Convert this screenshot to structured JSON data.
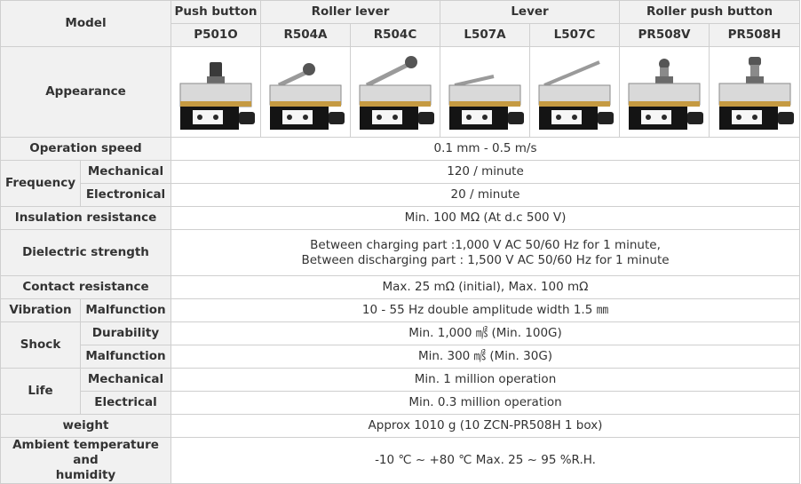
{
  "header": {
    "model_label": "Model",
    "groups": {
      "push_button": "Push button",
      "roller_lever": "Roller lever",
      "lever": "Lever",
      "roller_push_button": "Roller push button"
    },
    "models": [
      "P501O",
      "R504A",
      "R504C",
      "L507A",
      "L507C",
      "PR508V",
      "PR508H"
    ]
  },
  "appearance_label": "Appearance",
  "appearance_icons": [
    "plunger-switch-icon",
    "short-roller-lever-switch-icon",
    "long-roller-lever-switch-icon",
    "short-lever-switch-icon",
    "long-lever-switch-icon",
    "roller-plunger-switch-icon",
    "cross-roller-plunger-switch-icon"
  ],
  "rows": {
    "operation_speed": {
      "label": "Operation speed",
      "value": "0.1 mm - 0.5 m/s"
    },
    "frequency": {
      "label": "Frequency",
      "mechanical_label": "Mechanical",
      "mechanical_value": "120 / minute",
      "electronical_label": "Electronical",
      "electronical_value": "20 / minute"
    },
    "insulation": {
      "label": "Insulation resistance",
      "value": "Min. 100 MΩ (At d.c 500 V)"
    },
    "dielectric": {
      "label": "Dielectric strength",
      "line1": "Between charging part :1,000 V AC 50/60 Hz for 1 minute,",
      "line2": "Between discharging part : 1,500 V AC 50/60 Hz for 1 minute"
    },
    "contact": {
      "label": "Contact resistance",
      "value": "Max. 25 mΩ (initial), Max. 100 mΩ"
    },
    "vibration": {
      "label": "Vibration",
      "sub_label": "Malfunction",
      "value": "10 - 55 Hz double amplitude width 1.5 ㎜"
    },
    "shock": {
      "label": "Shock",
      "durability_label": "Durability",
      "durability_value": "Min. 1,000 ㎨ (Min. 100G)",
      "malfunction_label": "Malfunction",
      "malfunction_value": "Min. 300 ㎨ (Min. 30G)"
    },
    "life": {
      "label": "Life",
      "mechanical_label": "Mechanical",
      "mechanical_value": "Min. 1 million operation",
      "electrical_label": "Electrical",
      "electrical_value": "Min. 0.3 million operation"
    },
    "weight": {
      "label": "weight",
      "value": "Approx 1010 g (10 ZCN-PR508H 1 box)"
    },
    "ambient": {
      "label_line1": "Ambient temperature and",
      "label_line2": "humidity",
      "value": "-10 ℃ ~ +80 ℃ Max. 25 ~ 95 %R.H."
    }
  }
}
